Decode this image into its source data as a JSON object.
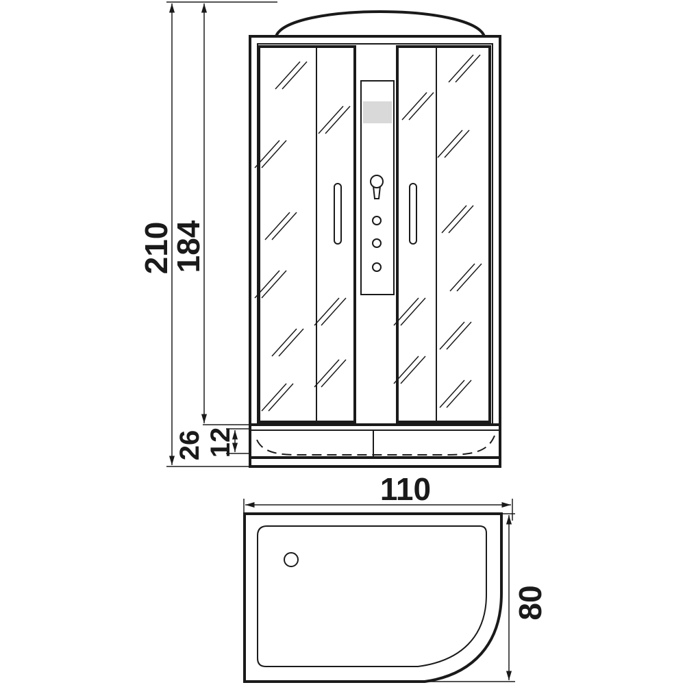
{
  "dimensions": {
    "total_height": "210",
    "cabin_height": "184",
    "tray_height": "26",
    "tray_inner_height": "12",
    "width": "110",
    "depth": "80"
  },
  "colors": {
    "line": "#1a1a1a",
    "panel_label": "#d9d9d9"
  }
}
